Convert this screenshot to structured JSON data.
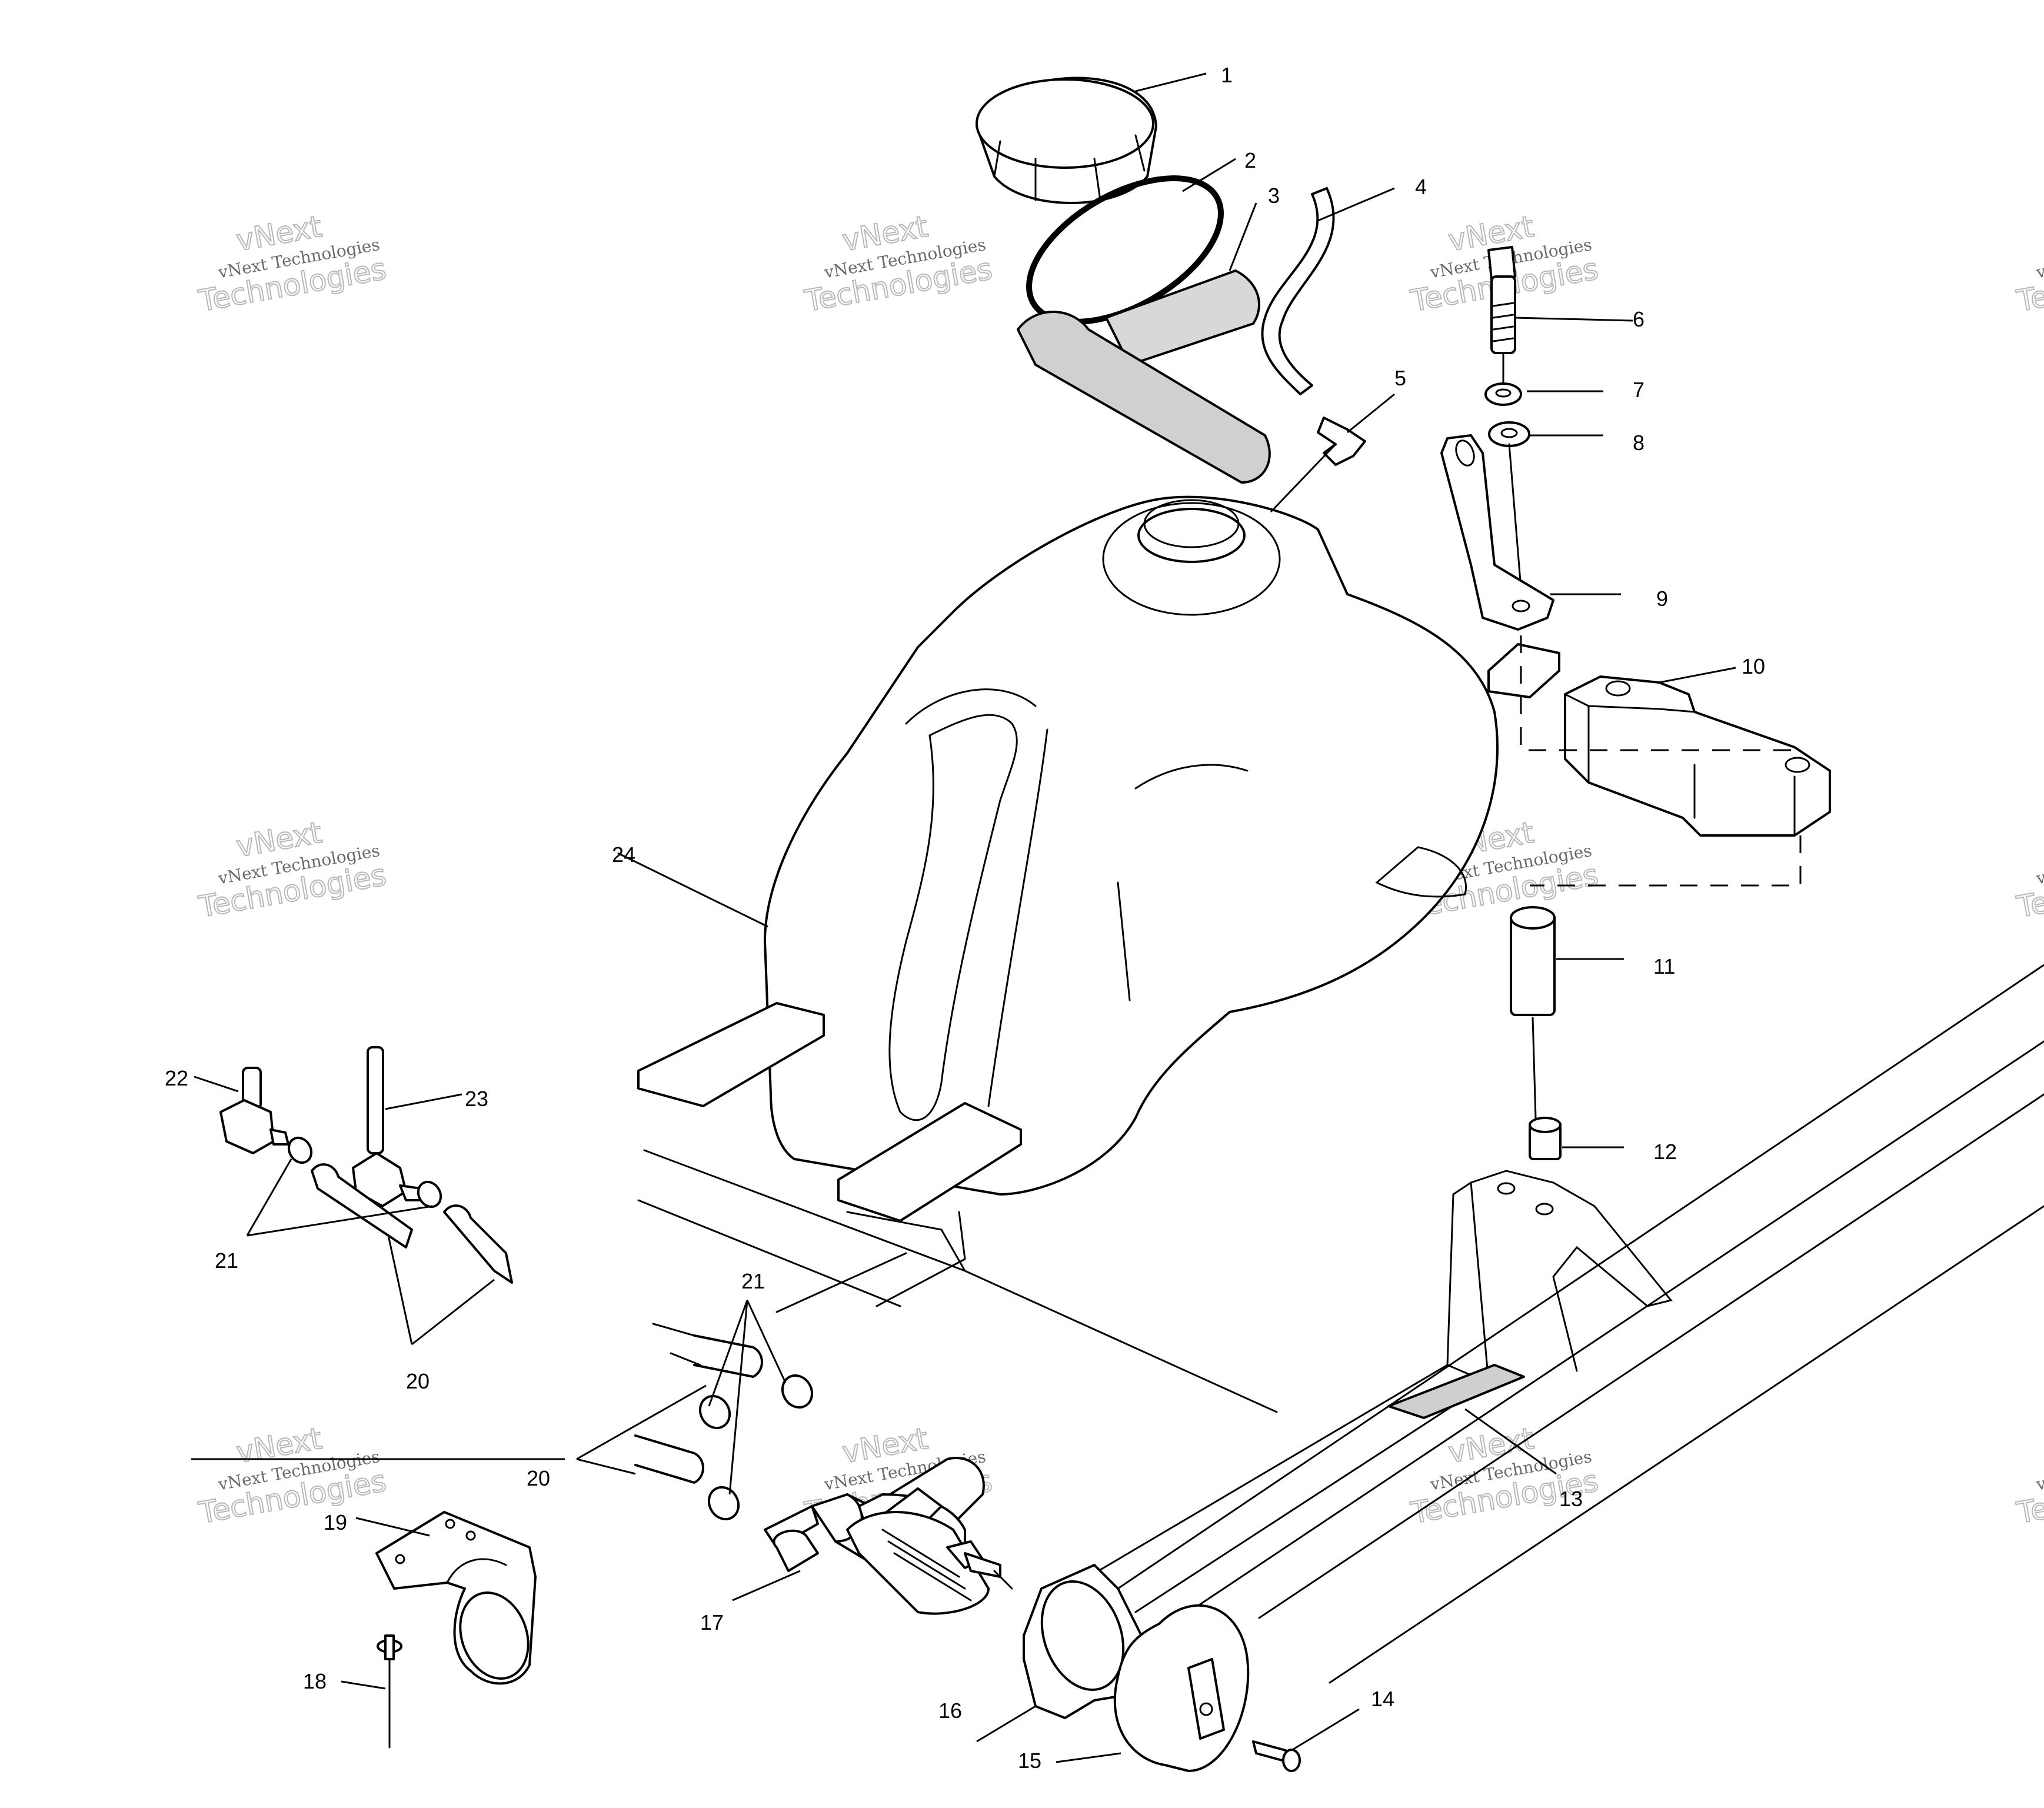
{
  "callouts": [
    {
      "id": "c1",
      "label": "1"
    },
    {
      "id": "c2",
      "label": "2"
    },
    {
      "id": "c3",
      "label": "3"
    },
    {
      "id": "c4",
      "label": "4"
    },
    {
      "id": "c5",
      "label": "5"
    },
    {
      "id": "c6",
      "label": "6"
    },
    {
      "id": "c7",
      "label": "7"
    },
    {
      "id": "c8",
      "label": "8"
    },
    {
      "id": "c9",
      "label": "9"
    },
    {
      "id": "c10",
      "label": "10"
    },
    {
      "id": "c11",
      "label": "11"
    },
    {
      "id": "c12",
      "label": "12"
    },
    {
      "id": "c13",
      "label": "13"
    },
    {
      "id": "c14",
      "label": "14"
    },
    {
      "id": "c15",
      "label": "15"
    },
    {
      "id": "c16",
      "label": "16"
    },
    {
      "id": "c17",
      "label": "17"
    },
    {
      "id": "c18",
      "label": "18"
    },
    {
      "id": "c19",
      "label": "19"
    },
    {
      "id": "c20a",
      "label": "20"
    },
    {
      "id": "c20b",
      "label": "20"
    },
    {
      "id": "c21a",
      "label": "21"
    },
    {
      "id": "c21b",
      "label": "21"
    },
    {
      "id": "c22",
      "label": "22"
    },
    {
      "id": "c23",
      "label": "23"
    },
    {
      "id": "c24",
      "label": "24"
    }
  ],
  "watermark": {
    "line1": "vNext",
    "line2": "vNext Technologies",
    "big": "Technologies"
  }
}
